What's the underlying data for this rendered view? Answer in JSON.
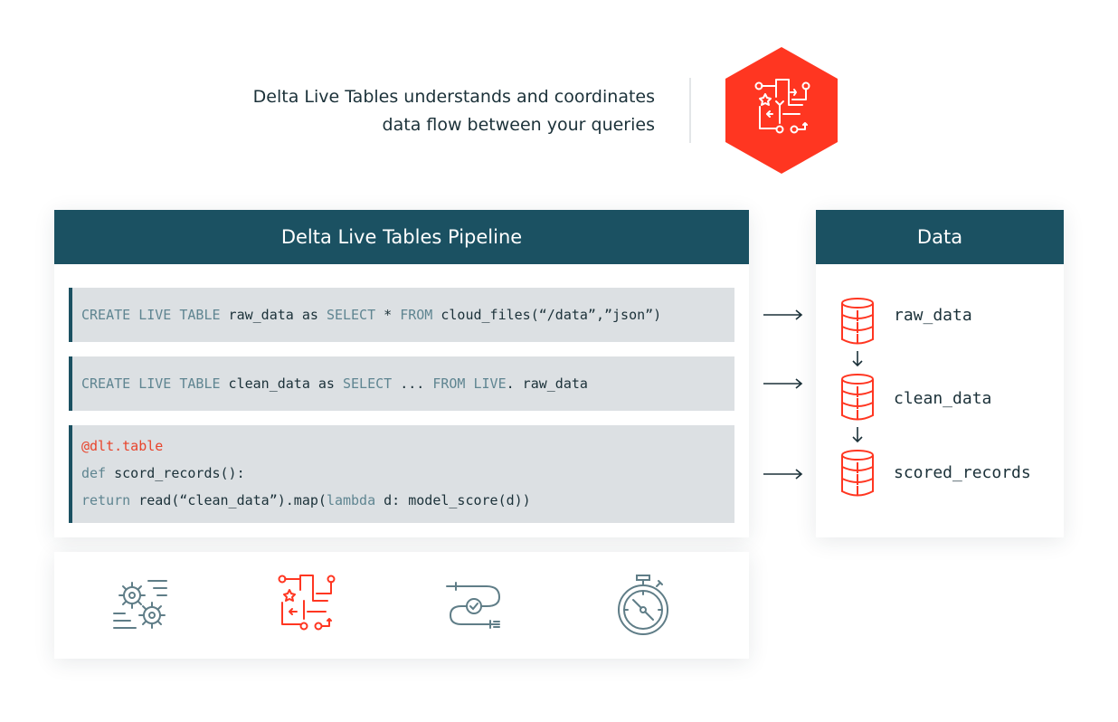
{
  "header": {
    "tagline_line1": "Delta Live Tables understands and coordinates",
    "tagline_line2": "data flow between your queries",
    "logo_icon": "pipeline-flow-icon",
    "accent_color": "#ff3621"
  },
  "pipeline": {
    "title": "Delta Live Tables Pipeline",
    "header_color": "#1b5162",
    "query1": {
      "kw1": "CREATE LIVE TABLE",
      "t1": " raw_data as ",
      "kw2": "SELECT",
      "t2": " * ",
      "kw3": "FROM",
      "t3": " cloud_files(“/data”,”json”)"
    },
    "query2": {
      "kw1": "CREATE LIVE TABLE",
      "t1": " clean_data as ",
      "kw2": "SELECT",
      "t2": " ... ",
      "kw3": "FROM LIVE",
      "t3": ". raw_data"
    },
    "query3": {
      "decorator": "@dlt.table",
      "def_kw": "def",
      "def_rest": " scord_records():",
      "return_kw": "return",
      "return_mid": " read(“clean_data”).map(",
      "lambda_kw": "lambda",
      "return_end": " d: model_score(d))"
    }
  },
  "data": {
    "title": "Data",
    "tables": [
      "raw_data",
      "clean_data",
      "scored_records"
    ]
  },
  "feature_icons": [
    "gears-speed-icon",
    "pipeline-flow-icon",
    "cable-check-icon",
    "stopwatch-icon"
  ]
}
